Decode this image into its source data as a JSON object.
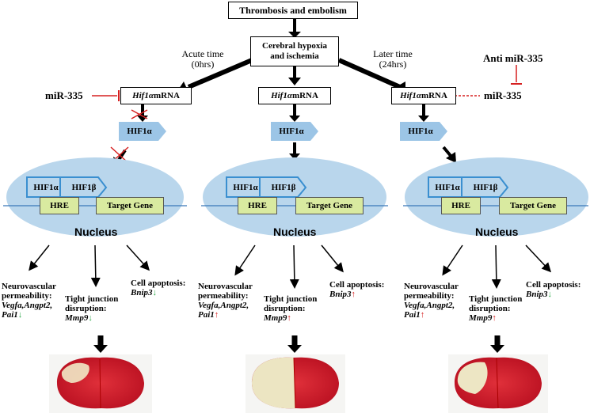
{
  "top_box": "Thrombosis and embolism",
  "center_box": {
    "line1": "Cerebral hypoxia",
    "line2": "and ischemia"
  },
  "acute_time": {
    "line1": "Acute time",
    "line2": "(0hrs)"
  },
  "later_time": {
    "line1": "Later time",
    "line2": "(24hrs)"
  },
  "mir_left": "miR-335",
  "mir_right": "miR-335",
  "anti_mir": "Anti miR-335",
  "mrna_gene": "Hif1α",
  "mrna_suffix": " mRNA",
  "protein": "HIF1α",
  "protein_b": "HIF1β",
  "hre": "HRE",
  "target_gene": "Target Gene",
  "nucleus": "Nucleus",
  "columns": [
    {
      "perm_title": "Neurovascular",
      "perm_line2": "permeability:",
      "perm_genes1": "Vegfa,Angpt2,",
      "perm_genes2": "Pai1",
      "perm_dir": "↓",
      "tj_line1": "Tight junction",
      "tj_line2": "disruption:",
      "tj_gene": "Mmp9",
      "tj_dir": "↓",
      "apo_line1": "Cell apoptosis:",
      "apo_gene": "Bnip3",
      "apo_dir": "↓"
    },
    {
      "perm_title": "Neurovascular",
      "perm_line2": "permeability:",
      "perm_genes1": "Vegfa,Angpt2,",
      "perm_genes2": "Pai1",
      "perm_dir": "↑",
      "tj_line1": "Tight junction",
      "tj_line2": "disruption:",
      "tj_gene": "Mmp9",
      "tj_dir": "↑",
      "apo_line1": "Cell apoptosis:",
      "apo_gene": "Bnip3",
      "apo_dir": "↑"
    },
    {
      "perm_title": "Neurovascular",
      "perm_line2": "permeability:",
      "perm_genes1": "Vegfa,Angpt2,",
      "perm_genes2": "Pai1",
      "perm_dir": "↑",
      "tj_line1": "Tight junction",
      "tj_line2": "disruption:",
      "tj_gene": "Mmp9",
      "tj_dir": "↑",
      "apo_line1": "Cell apoptosis:",
      "apo_gene": "Bnip3",
      "apo_dir": "↓"
    }
  ],
  "colors": {
    "nucleus_fill": "#b9d6ec",
    "protein_fill": "#9cc5e6",
    "protein_border": "#3a8fd0",
    "gene_box": "#d9eaa0",
    "inhibit": "#d62020",
    "up": "#d62020",
    "down": "#2ea84a"
  }
}
